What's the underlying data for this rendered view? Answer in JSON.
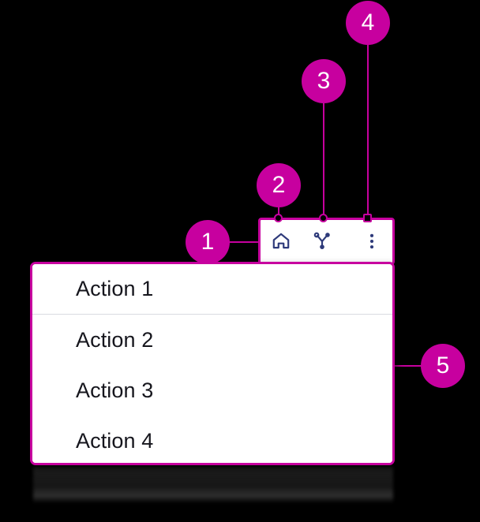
{
  "toolbar": {
    "buttons": [
      {
        "label": "Home",
        "icon": "home-icon"
      },
      {
        "label": "Share",
        "icon": "share-branch-icon"
      },
      {
        "label": "More options",
        "icon": "more-vertical-icon"
      }
    ]
  },
  "dropdown": {
    "items": [
      {
        "label": "Action 1"
      },
      {
        "label": "Action 2"
      },
      {
        "label": "Action 3"
      },
      {
        "label": "Action 4"
      }
    ]
  },
  "callouts": [
    {
      "number": "1"
    },
    {
      "number": "2"
    },
    {
      "number": "3"
    },
    {
      "number": "4"
    },
    {
      "number": "5"
    }
  ],
  "colors": {
    "accent": "#C7009F",
    "icon": "#2E3A7A",
    "menu_text": "#16161d",
    "surface": "#ffffff",
    "backdrop": "#000000",
    "divider": "#d9dbe0"
  }
}
